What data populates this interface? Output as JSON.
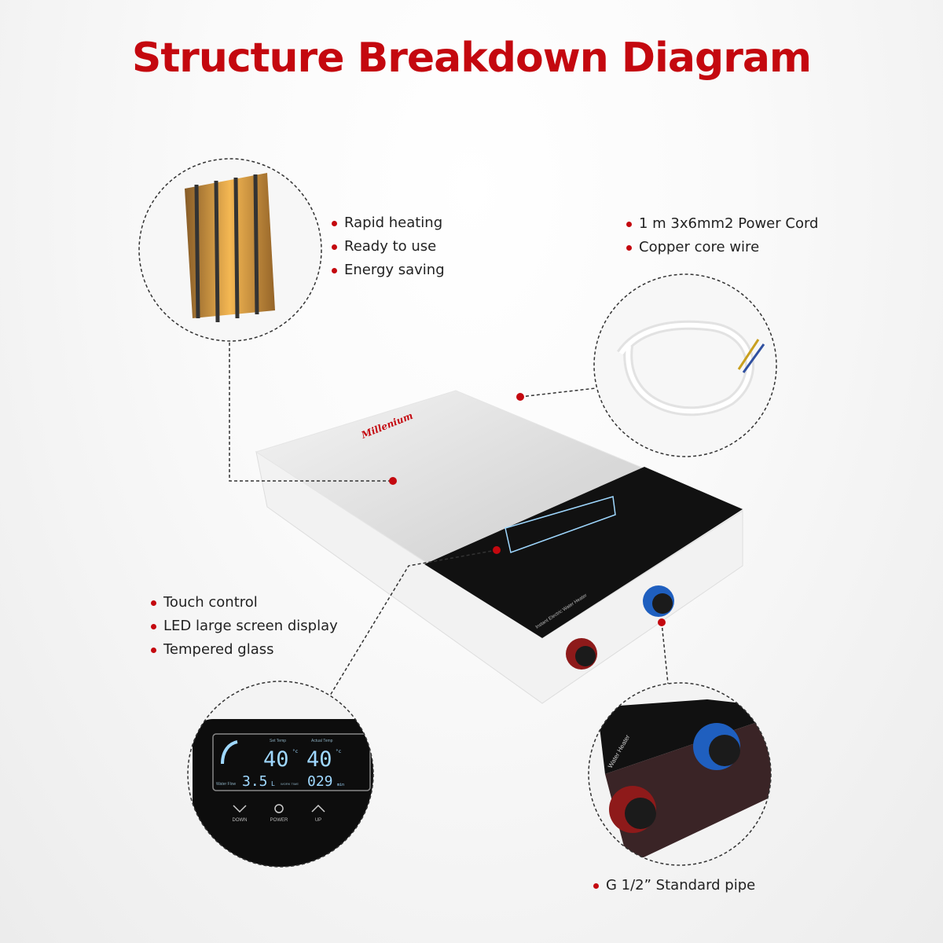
{
  "title": "Structure Breakdown Diagram",
  "features": {
    "heating": [
      "Rapid heating",
      "Ready to use",
      "Energy saving"
    ],
    "cord": [
      "1 m 3x6mm2 Power Cord",
      "Copper core wire"
    ],
    "control": [
      "Touch control",
      "LED large screen display",
      "Tempered glass"
    ],
    "pipe": [
      "G 1/2” Standard pipe"
    ]
  },
  "device": {
    "brand": "Millenium",
    "model_text": "Instant Electric Water Heater",
    "display": {
      "set_temp_label": "Set Temp",
      "actual_temp_label": "Actual Temp",
      "set_temp": "40",
      "actual_temp": "40",
      "temp_unit": "°c",
      "water_flow_label": "Water Flow",
      "water_flow": "3.5",
      "flow_unit": "L",
      "work_time_label": "WORK TIME",
      "work_time": "029",
      "time_unit": "min"
    },
    "buttons": {
      "down": "DOWN",
      "power": "POWER",
      "up": "UP"
    }
  },
  "pipe_inset_text": "Water Heater",
  "colors": {
    "accent": "#c4080f",
    "hot": "#a01a1a",
    "cold": "#1f5fbf",
    "lcd": "#9fd8ff"
  }
}
